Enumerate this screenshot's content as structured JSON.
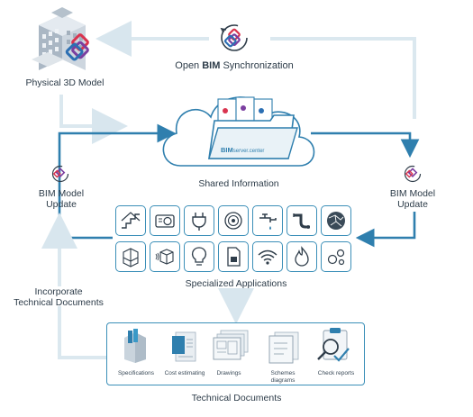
{
  "labels": {
    "physical_model": "Physical 3D Model",
    "open_bim_prefix": "Open ",
    "open_bim_bold": "BIM",
    "open_bim_suffix": " Synchronization",
    "shared_information": "Shared Information",
    "bim_update_left_1": "BIM Model",
    "bim_update_left_2": "Update",
    "bim_update_right_1": "BIM Model",
    "bim_update_right_2": "Update",
    "specialized_applications": "Specialized Applications",
    "incorporate_1": "Incorporate",
    "incorporate_2": "Technical Documents",
    "technical_documents": "Technical Documents",
    "cloud_brand_bold": "BIM",
    "cloud_brand_rest": "server.center"
  },
  "documents": [
    {
      "label": "Specifications",
      "icon": "specifications-icon"
    },
    {
      "label": "Cost estimating",
      "icon": "cost-estimating-icon"
    },
    {
      "label": "Drawings",
      "icon": "drawings-icon"
    },
    {
      "label": "Schemes diagrams",
      "line1": "Schemes",
      "line2": "diagrams",
      "icon": "schemes-icon"
    },
    {
      "label": "Check reports",
      "icon": "check-reports-icon"
    }
  ],
  "applications_row1": [
    "stairs-icon",
    "hvac-unit-icon",
    "electrical-plug-icon",
    "cable-reel-icon",
    "water-faucet-icon",
    "drain-pipe-icon",
    "globe-network-icon"
  ],
  "applications_row2": [
    "structure-grid-icon",
    "acoustic-cube-icon",
    "light-bulb-icon",
    "document-page-icon",
    "wifi-signal-icon",
    "fire-flame-icon",
    "molecules-icon"
  ],
  "colors": {
    "arrow_dark": "#2f7fae",
    "arrow_light": "#dbe8ef",
    "tile_border": "#3b8fb8",
    "logo_red": "#d9344f",
    "logo_purple": "#7b3fa0",
    "logo_blue": "#2c6fb3"
  }
}
